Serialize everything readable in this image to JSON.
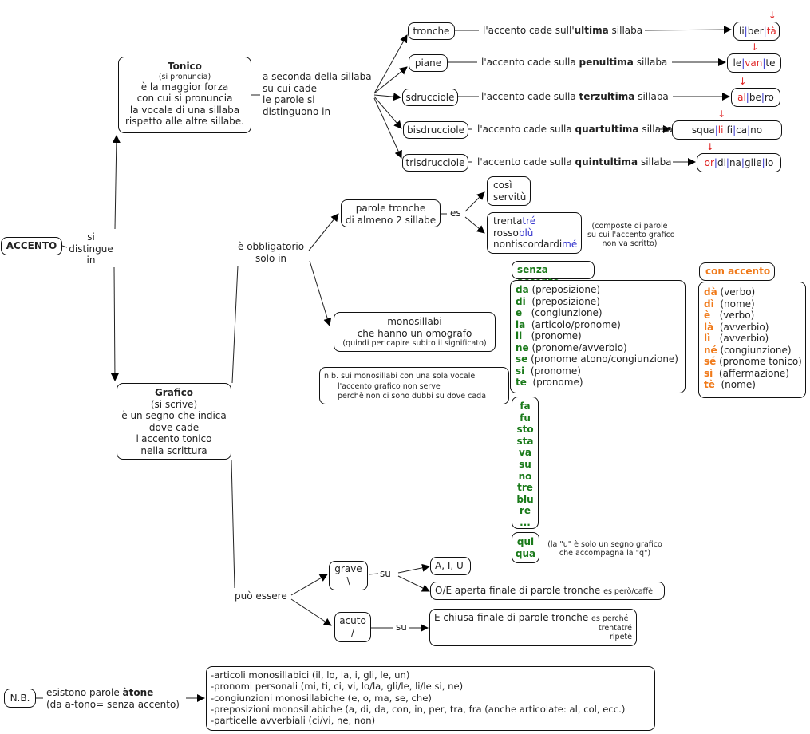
{
  "root": {
    "label": "ACCENTO",
    "link": "si\ndistingue\nin"
  },
  "tonico": {
    "title": "Tonico",
    "subtitle": "(si pronuncia)",
    "lines": [
      "è la maggior forza",
      "con cui si pronuncia",
      "la vocale di una sillaba",
      "rispetto alle altre sillabe."
    ],
    "link": [
      "a seconda della sillaba",
      "su cui cade",
      "le parole si",
      "distinguono in"
    ]
  },
  "types": [
    {
      "name": "tronche",
      "pre": "l'accento cade sull'",
      "bold": "ultima",
      "post": " sillaba",
      "syllables": [
        "li",
        "ber",
        "tà"
      ],
      "stressed": 2
    },
    {
      "name": "piane",
      "pre": "l'accento cade sulla ",
      "bold": "penultima",
      "post": " sillaba",
      "syllables": [
        "le",
        "van",
        "te"
      ],
      "stressed": 1
    },
    {
      "name": "sdrucciole",
      "pre": "l'accento cade sulla ",
      "bold": "terzultima",
      "post": " sillaba",
      "syllables": [
        "al",
        "be",
        "ro"
      ],
      "stressed": 0
    },
    {
      "name": "bisdrucciole",
      "pre": "l'accento cade sulla ",
      "bold": "quartultima",
      "post": " sillaba",
      "syllables": [
        "squa",
        "li",
        "fi",
        "ca",
        "no"
      ],
      "stressed": 1
    },
    {
      "name": "trisdrucciole",
      "pre": "l'accento cade sulla ",
      "bold": "quintultima",
      "post": " sillaba",
      "syllables": [
        "or",
        "di",
        "na",
        "glie",
        "lo"
      ],
      "stressed": 0
    }
  ],
  "obbligatorio": {
    "link": [
      "è obbligatorio",
      "solo in"
    ],
    "tronche_box": [
      "parole tronche",
      "di almeno 2 sillabe"
    ],
    "es_label": "es",
    "examples_simple": [
      "così",
      "servitù"
    ],
    "examples_composite": [
      {
        "base": "trenta",
        "accent": "tré"
      },
      {
        "base": "rosso",
        "accent": "blù"
      },
      {
        "base": "nontiscordardi",
        "accent": "mé"
      }
    ],
    "composite_note": [
      "(composte di parole",
      "su cui l'accento grafico",
      "non va scritto)"
    ],
    "monosillabi": {
      "line1": "monosillabi",
      "line2": "che hanno un omografo",
      "note": "(quindi per capire subito il significato)"
    },
    "nb_note": [
      "n.b. sui monosillabi con una sola vocale",
      "l'accento grafico non serve",
      "perchè non ci sono dubbi su dove cada"
    ]
  },
  "senza_accento": {
    "title": "senza accento",
    "items": [
      {
        "w": "da",
        "d": "(preposizione)"
      },
      {
        "w": "di",
        "d": " (preposizione)"
      },
      {
        "w": "e",
        "d": "  (congiunzione)"
      },
      {
        "w": "la",
        "d": " (articolo/pronome)"
      },
      {
        "w": "li",
        "d": "  (pronome)"
      },
      {
        "w": "ne",
        "d": "(pronome/avverbio)"
      },
      {
        "w": "se",
        "d": "(pronome atono/congiunzione)"
      },
      {
        "w": "si",
        "d": " (pronome)"
      },
      {
        "w": "te",
        "d": " (pronome)"
      }
    ],
    "single_vowel": [
      "fa",
      "fu",
      "sto",
      "sta",
      "va",
      "su",
      "no",
      "tre",
      "blu",
      "re",
      "..."
    ],
    "qu_words": [
      "qui",
      "qua"
    ],
    "qu_note": [
      "(la \"u\" è solo un segno grafico",
      "che accompagna la \"q\")"
    ]
  },
  "con_accento": {
    "title": "con accento",
    "items": [
      {
        "w": "dà",
        "d": "(verbo)"
      },
      {
        "w": "dì",
        "d": " (nome)"
      },
      {
        "w": "è",
        "d": "  (verbo)"
      },
      {
        "w": "là",
        "d": " (avverbio)"
      },
      {
        "w": "lì",
        "d": "  (avverbio)"
      },
      {
        "w": "né",
        "d": "(congiunzione)"
      },
      {
        "w": "sé",
        "d": "(pronome tonico)"
      },
      {
        "w": "sì",
        "d": " (affermazione)"
      },
      {
        "w": "tè",
        "d": " (nome)"
      }
    ]
  },
  "grafico": {
    "title": "Grafico",
    "subtitle": "(si scrive)",
    "lines": [
      "è un segno che indica",
      "dove cade",
      "l'accento tonico",
      "nella scrittura"
    ],
    "link": "può essere",
    "grave": {
      "name": "grave",
      "glyph": "\\",
      "su": "su",
      "targets": [
        {
          "text": "A, I, U",
          "note": ""
        },
        {
          "text": "O/E aperta finale di parole tronche",
          "note": "es però/caffè"
        }
      ]
    },
    "acuto": {
      "name": "acuto",
      "glyph": "/",
      "su": "su",
      "target": {
        "text": "E chiusa finale di parole tronche",
        "notes": [
          "es perché",
          "trentatré",
          "ripeté"
        ]
      }
    }
  },
  "nb": {
    "label": "N.B.",
    "line1_pre": "esistono parole ",
    "line1_bold": "àtone",
    "line2": "(da a-tono= senza accento)",
    "list": [
      "-articoli monosillabici (il, lo, la, i, gli, le, un)",
      "-pronomi personali (mi, ti, ci, vi, lo/la, gli/le, li/le si, ne)",
      "-congiunzioni monosillabiche  (e, o, ma, se, che)",
      "-preposizioni monosillabiche (a, di, da, con, in, per, tra, fra (anche articolate: al, col, ecc.)",
      "-particelle avverbiali (ci/vi, ne, non)"
    ]
  },
  "colors": {
    "stress": "#e02424",
    "separator": "#3333cc",
    "senza": "#1a7a1a",
    "con": "#f07a1a"
  }
}
